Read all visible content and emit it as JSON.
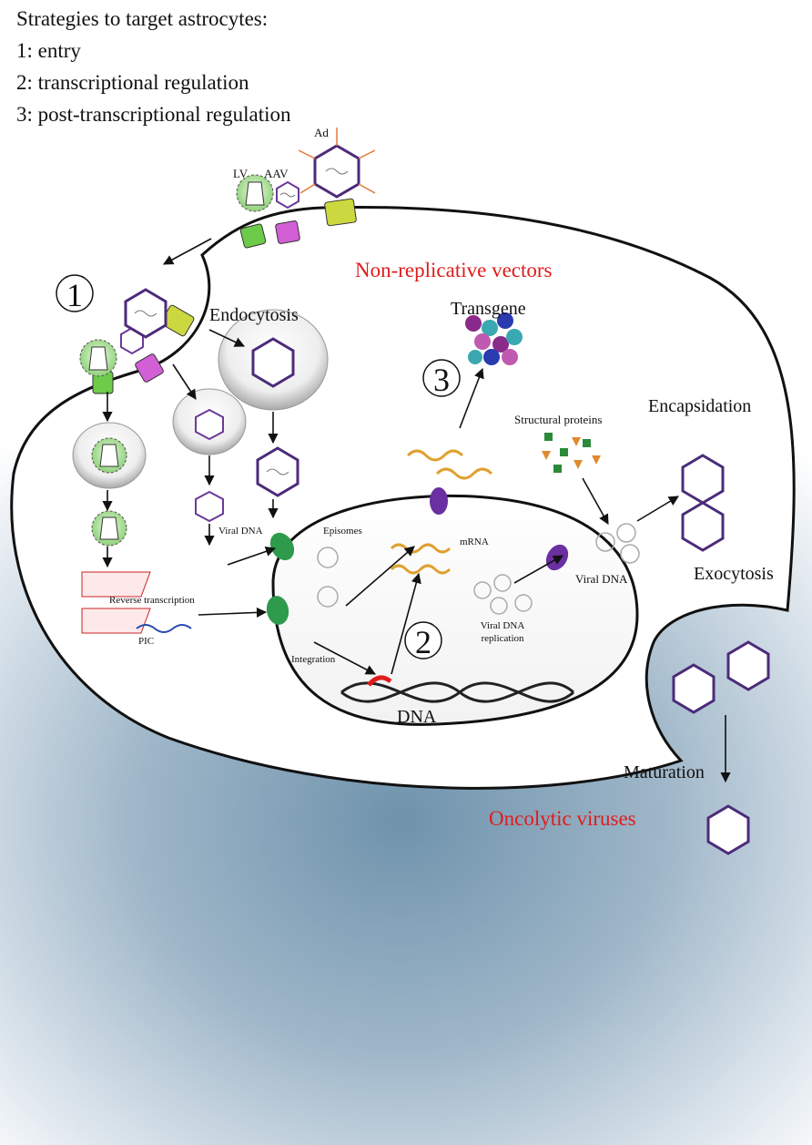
{
  "header": {
    "title": "Strategies to target astrocytes:",
    "items": [
      "1: entry",
      "2: transcriptional regulation",
      "3: post-transcriptional regulation"
    ]
  },
  "vectors": {
    "lv": "LV",
    "aav": "AAV",
    "ad": "Ad"
  },
  "steps": {
    "one": "1",
    "two": "2",
    "three": "3"
  },
  "labels": {
    "non_replicative": "Non-replicative vectors",
    "oncolytic": "Oncolytic viruses",
    "endocytosis": "Endocytosis",
    "transgene": "Transgene",
    "structural_proteins": "Structural proteins",
    "encapsidation": "Encapsidation",
    "exocytosis": "Exocytosis",
    "maturation": "Maturation",
    "viral_dna_left": "Viral DNA",
    "viral_dna_right": "Viral DNA",
    "episomes": "Episomes",
    "mrna": "mRNA",
    "reverse_transcription": "Reverse transcription",
    "pic": "PIC",
    "integration": "Integration",
    "dna": "DNA",
    "replication_line1": "Viral DNA",
    "replication_line2": "replication"
  },
  "colors": {
    "accent_red": "#e01b1b",
    "lv_receptor": "#6ecb4a",
    "aav_receptor": "#d25fd6",
    "ad_receptor": "#cbd83f",
    "pore": "#2e9a4b",
    "transgene_pore": "#6a2fa0"
  }
}
